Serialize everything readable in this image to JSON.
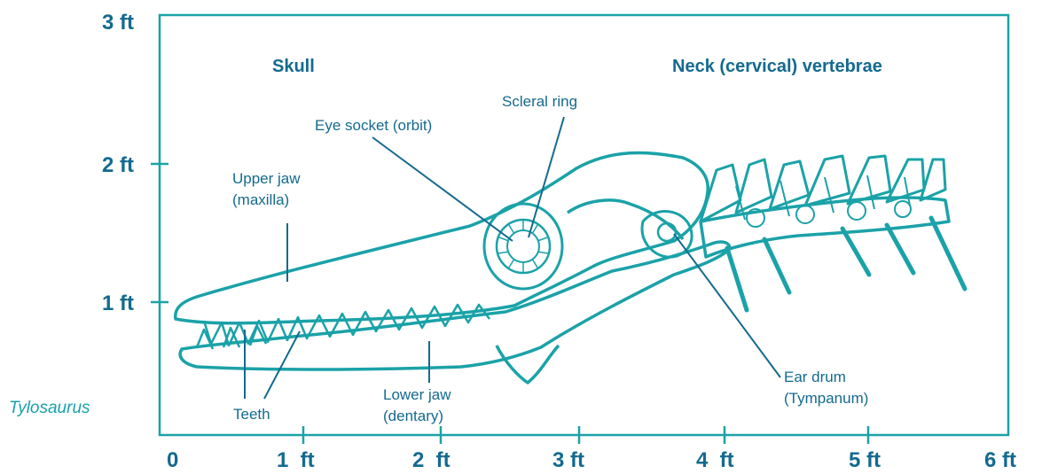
{
  "diagram": {
    "species_name": "Tylosaurus",
    "y_axis_labels": [
      "3 ft",
      "2 ft",
      "1 ft"
    ],
    "x_axis_labels": [
      "0",
      "1  ft",
      "2  ft",
      "3 ft",
      "4  ft",
      "5 ft",
      "6 ft"
    ],
    "section_headings": {
      "skull": "Skull",
      "neck": "Neck (cervical) vertebrae"
    },
    "parts": {
      "upper_jaw": [
        "Upper jaw",
        "(maxilla)"
      ],
      "eye_socket": "Eye socket (orbit)",
      "scleral_ring": "Scleral ring",
      "teeth": "Teeth",
      "lower_jaw": [
        "Lower jaw",
        "(dentary)"
      ],
      "ear_drum": [
        "Ear drum",
        "(Tympanum)"
      ]
    },
    "colors": {
      "frame": "#1aa2a8",
      "text": "#146a8f",
      "drawing": "#1aa2a8",
      "leader": "#146a8f"
    }
  }
}
